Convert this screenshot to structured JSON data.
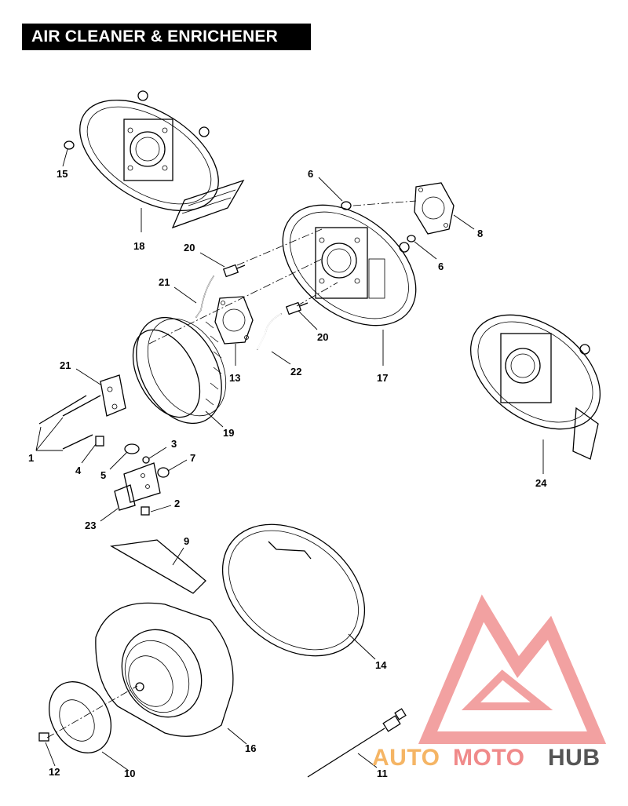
{
  "title": "AIR CLEANER & ENRICHENER",
  "watermark": {
    "part1": "AUTO",
    "part2": "MOTO",
    "part3": "HUB",
    "color_primary": "#f08a8a",
    "color_secondary": "#f5b565",
    "color_tertiary": "#555555"
  },
  "callouts": {
    "c1": "1",
    "c2": "2",
    "c3": "3",
    "c4": "4",
    "c5": "5",
    "c6a": "6",
    "c6b": "6",
    "c7": "7",
    "c8": "8",
    "c9": "9",
    "c10": "10",
    "c11": "11",
    "c12": "12",
    "c13": "13",
    "c14": "14",
    "c15": "15",
    "c16": "16",
    "c17": "17",
    "c18": "18",
    "c19": "19",
    "c20a": "20",
    "c20b": "20",
    "c21a": "21",
    "c21b": "21",
    "c22": "22",
    "c23": "23",
    "c24": "24"
  }
}
